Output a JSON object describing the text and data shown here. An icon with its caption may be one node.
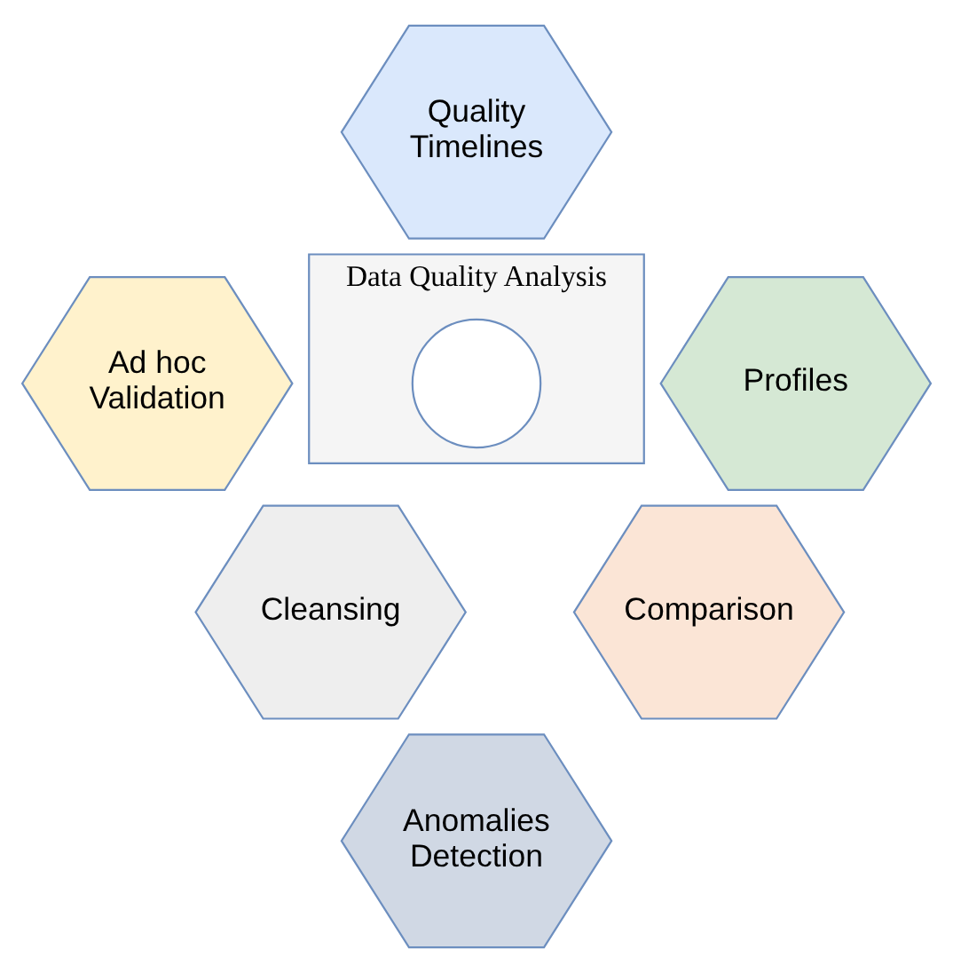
{
  "diagram": {
    "nodes": [
      {
        "text": [
          "Data Quality Analysis"
        ]
      },
      {
        "text": [],
        "shape": "circle",
        "in": 0
      },
      {
        "text": [
          "Quality Timelines"
        ]
      },
      {
        "text": [
          "Ad hoc Validation"
        ]
      },
      {
        "text": [
          "Profiles"
        ]
      },
      {
        "text": [
          "Cleansing"
        ]
      },
      {
        "text": [
          "Comparison"
        ]
      },
      {
        "text": [
          "Anomalies Detection"
        ]
      }
    ]
  }
}
